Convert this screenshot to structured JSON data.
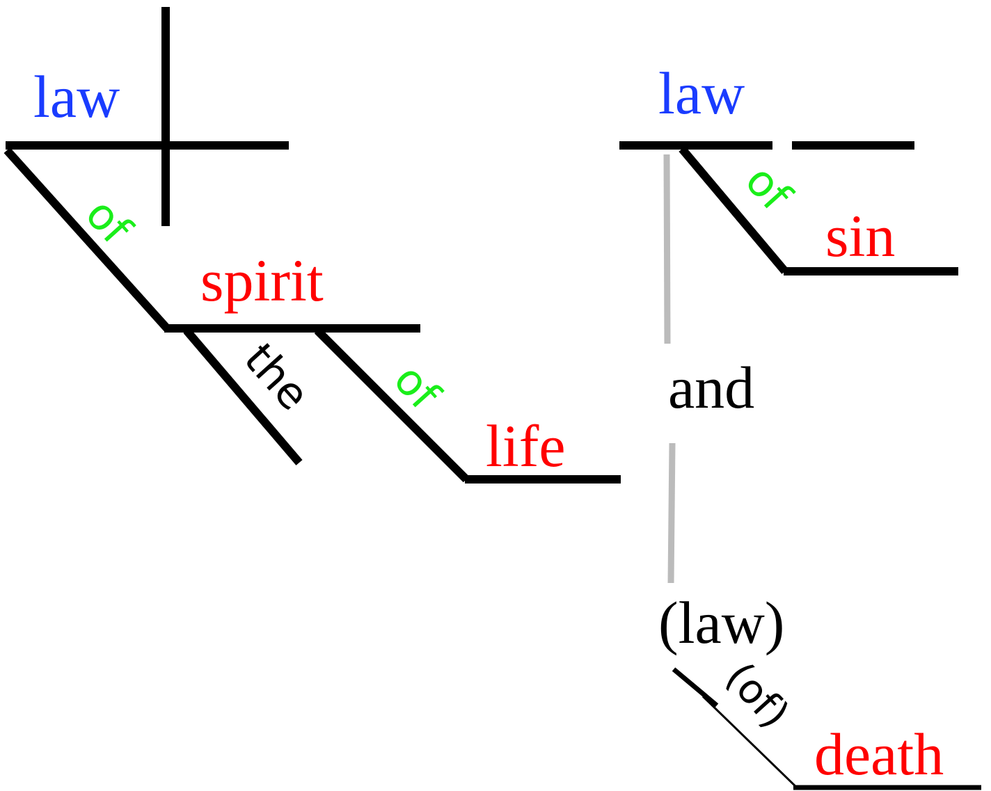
{
  "colors": {
    "subject": "#1a3cff",
    "object": "#ff0000",
    "preposition": "#1aee1a",
    "modifier": "#000000",
    "line": "#000000",
    "connector": "#bbbbbb"
  },
  "left_clause": {
    "subject": "law",
    "preposition_1": "of",
    "object_1": "spirit",
    "article": "the",
    "preposition_2": "of",
    "object_2": "life"
  },
  "right_clause": {
    "subject": "law",
    "preposition": "of",
    "object": "sin",
    "conjunction": "and",
    "implied_subject": "(law)",
    "implied_preposition": "(of)",
    "implied_object": "death"
  }
}
